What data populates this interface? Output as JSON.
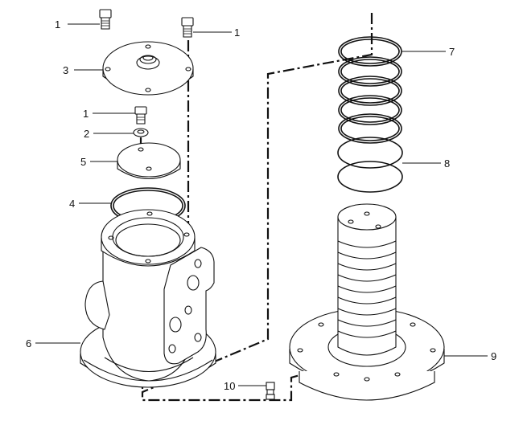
{
  "diagram": {
    "callouts": [
      {
        "id": "c1a",
        "label": "1"
      },
      {
        "id": "c1b",
        "label": "1"
      },
      {
        "id": "c3",
        "label": "3"
      },
      {
        "id": "c1c",
        "label": "1"
      },
      {
        "id": "c2",
        "label": "2"
      },
      {
        "id": "c5",
        "label": "5"
      },
      {
        "id": "c4",
        "label": "4"
      },
      {
        "id": "c6",
        "label": "6"
      },
      {
        "id": "c7",
        "label": "7"
      },
      {
        "id": "c8",
        "label": "8"
      },
      {
        "id": "c9",
        "label": "9"
      },
      {
        "id": "c10",
        "label": "10"
      }
    ]
  }
}
